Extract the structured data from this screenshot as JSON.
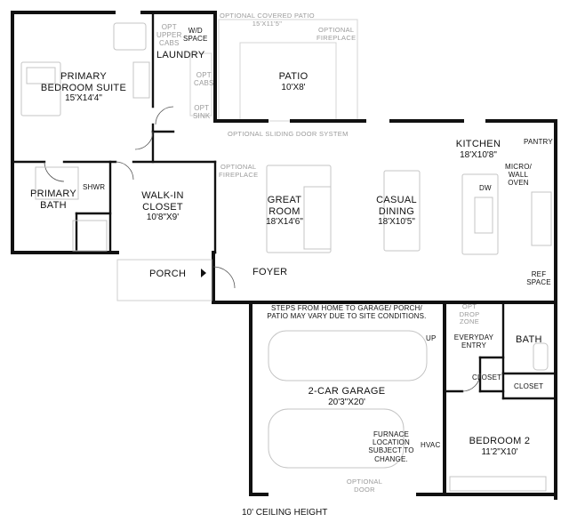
{
  "plan": {
    "footer": "10' CEILING HEIGHT",
    "rooms": {
      "primary_bedroom": {
        "name_1": "PRIMARY",
        "name_2": "BEDROOM SUITE",
        "dim": "15'X14'4\""
      },
      "laundry": {
        "name": "LAUNDRY"
      },
      "wd_space": {
        "line_1": "W/D",
        "line_2": "SPACE"
      },
      "opt_upper_cabs": {
        "line_1": "OPT",
        "line_2": "UPPER",
        "line_3": "CABS"
      },
      "opt_cabs": {
        "line_1": "OPT",
        "line_2": "CABS"
      },
      "opt_sink": {
        "line_1": "OPT",
        "line_2": "SINK"
      },
      "patio": {
        "name": "PATIO",
        "dim": "10'X8'"
      },
      "optional_covered_patio": {
        "line_1": "OPTIONAL COVERED PATIO",
        "line_2": "15'X11'5\""
      },
      "optional_fireplace_patio": {
        "line_1": "OPTIONAL",
        "line_2": "FIREPLACE"
      },
      "optional_sliding_door": "OPTIONAL SLIDING DOOR SYSTEM",
      "kitchen": {
        "name": "KITCHEN",
        "dim": "18'X10'8\""
      },
      "pantry": {
        "name": "PANTRY"
      },
      "micro_wall_oven": {
        "line_1": "MICRO/",
        "line_2": "WALL",
        "line_3": "OVEN"
      },
      "dw": "DW",
      "ref_space": {
        "line_1": "REF",
        "line_2": "SPACE"
      },
      "primary_bath": {
        "name_1": "PRIMARY",
        "name_2": "BATH"
      },
      "shwr": "SHWR",
      "walk_in_closet": {
        "name_1": "WALK-IN",
        "name_2": "CLOSET",
        "dim": "10'8\"X9'"
      },
      "optional_fireplace_great": {
        "line_1": "OPTIONAL",
        "line_2": "FIREPLACE"
      },
      "great_room": {
        "name_1": "GREAT",
        "name_2": "ROOM",
        "dim": "18'X14'6\""
      },
      "casual_dining": {
        "name_1": "CASUAL",
        "name_2": "DINING",
        "dim": "18'X10'5\""
      },
      "porch": {
        "name": "PORCH"
      },
      "foyer": {
        "name": "FOYER"
      },
      "garage_note": {
        "line_1": "STEPS FROM HOME TO GARAGE/ PORCH/",
        "line_2": "PATIO MAY VARY DUE TO SITE CONDITIONS."
      },
      "opt_drop_zone": {
        "line_1": "OPT",
        "line_2": "DROP",
        "line_3": "ZONE"
      },
      "up": "UP",
      "everyday_entry": {
        "line_1": "EVERYDAY",
        "line_2": "ENTRY"
      },
      "bath": {
        "name": "BATH"
      },
      "garage": {
        "name": "2-CAR GARAGE",
        "dim": "20'3\"X20'"
      },
      "closet_left": "CLOSET",
      "closet_right": "CLOSET",
      "furnace_note": {
        "line_1": "FURNACE",
        "line_2": "LOCATION",
        "line_3": "SUBJECT TO",
        "line_4": "CHANGE."
      },
      "hvac": "HVAC",
      "bedroom_2": {
        "name": "BEDROOM 2",
        "dim": "11'2\"X10'"
      },
      "optional_door": {
        "line_1": "OPTIONAL",
        "line_2": "DOOR"
      }
    }
  }
}
